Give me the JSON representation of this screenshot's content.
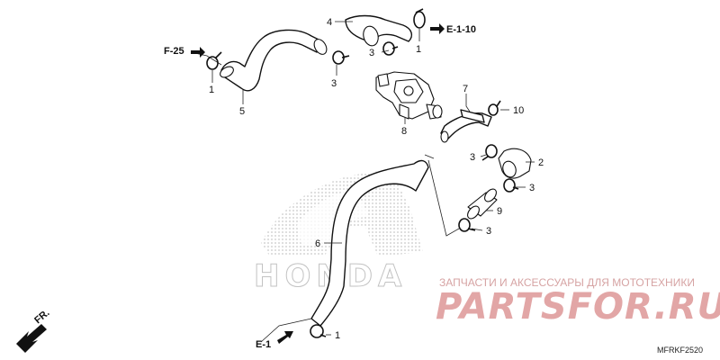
{
  "diagram": {
    "callouts": [
      {
        "id": "c4",
        "text": "4"
      },
      {
        "id": "c1a",
        "text": "1"
      },
      {
        "id": "c3a",
        "text": "3"
      },
      {
        "id": "c1b",
        "text": "1"
      },
      {
        "id": "c3b",
        "text": "3"
      },
      {
        "id": "c5",
        "text": "5"
      },
      {
        "id": "c8",
        "text": "8"
      },
      {
        "id": "c7",
        "text": "7"
      },
      {
        "id": "c10",
        "text": "10"
      },
      {
        "id": "c3c",
        "text": "3"
      },
      {
        "id": "c2",
        "text": "2"
      },
      {
        "id": "c3d",
        "text": "3"
      },
      {
        "id": "c9",
        "text": "9"
      },
      {
        "id": "c3e",
        "text": "3"
      },
      {
        "id": "c6",
        "text": "6"
      },
      {
        "id": "c1c",
        "text": "1"
      }
    ],
    "references": {
      "e110": "E-1-10",
      "f25": "F-25",
      "e1": "E-1",
      "fr": "FR."
    },
    "drawing_code": "MFRKF2520"
  },
  "watermark": {
    "brand": "HONDA",
    "tagline": "ЗАПЧАСТИ И АКСЕССУАРЫ ДЛЯ МОТОТЕХНИКИ",
    "site": "PARTSFOR.RU"
  }
}
